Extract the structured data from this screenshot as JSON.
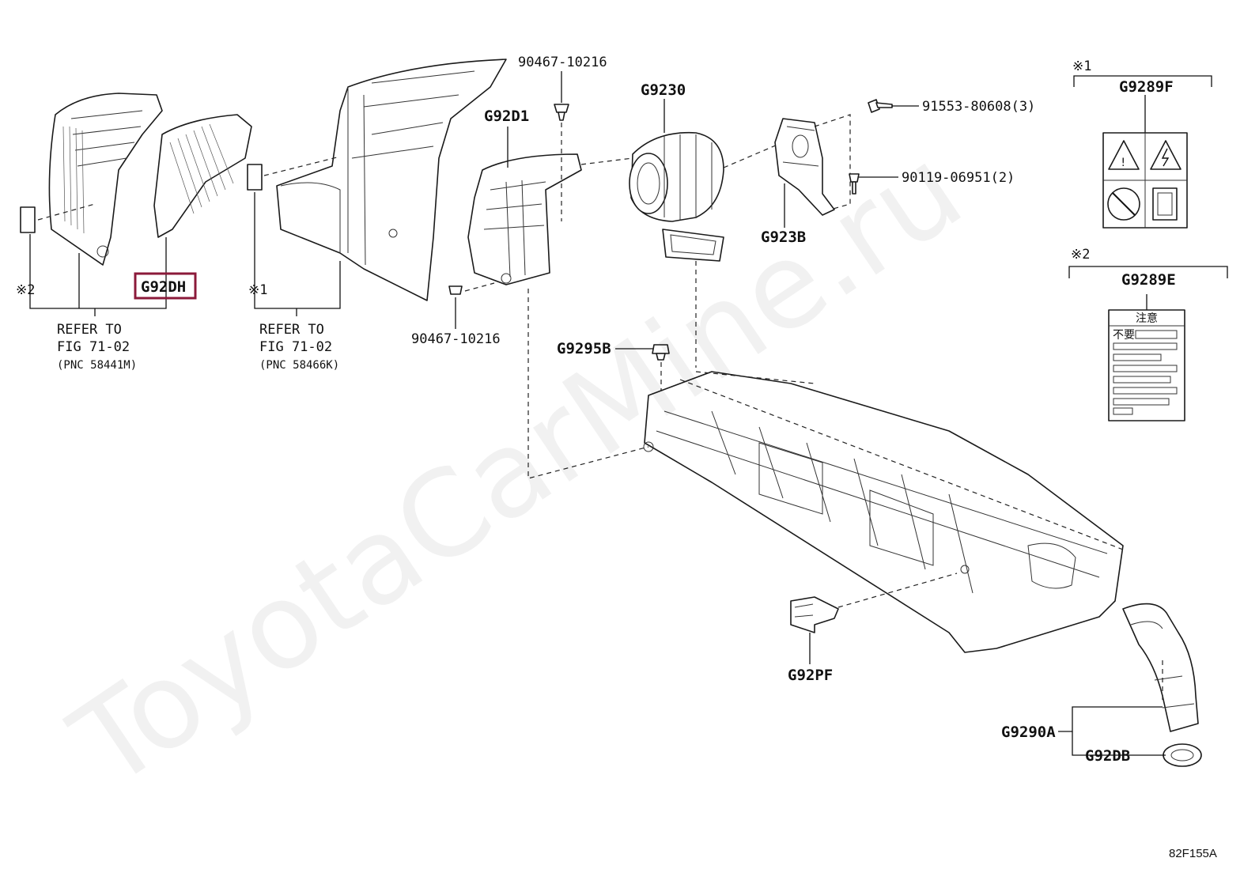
{
  "watermark": "ToyotaCarMine.ru",
  "diagram_code": "82F155A",
  "highlight_color": "#8b1a3a",
  "parts": {
    "g92dh": "G92DH",
    "g92d1": "G92D1",
    "g9230": "G9230",
    "g923b": "G923B",
    "g9289f": "G9289F",
    "g9289e": "G9289E",
    "g9295b": "G9295B",
    "g92pf": "G92PF",
    "g9290a": "G9290A",
    "g92db": "G92DB",
    "clip_top": "90467-10216",
    "clip_bottom": "90467-10216",
    "bolt_1": "91553-80608(3)",
    "bolt_2": "90119-06951(2)"
  },
  "notes": {
    "mark1": "※1",
    "mark2": "※2",
    "mark1_right": "※1",
    "mark2_right": "※2"
  },
  "refs": {
    "left": {
      "refer": "REFER TO",
      "fig": "FIG 71-02",
      "pnc": "(PNC 58441M)"
    },
    "middle": {
      "refer": "REFER TO",
      "fig": "FIG 71-02",
      "pnc": "(PNC 58466K)"
    }
  },
  "caution_label": {
    "title": "注意",
    "text": "不要"
  }
}
